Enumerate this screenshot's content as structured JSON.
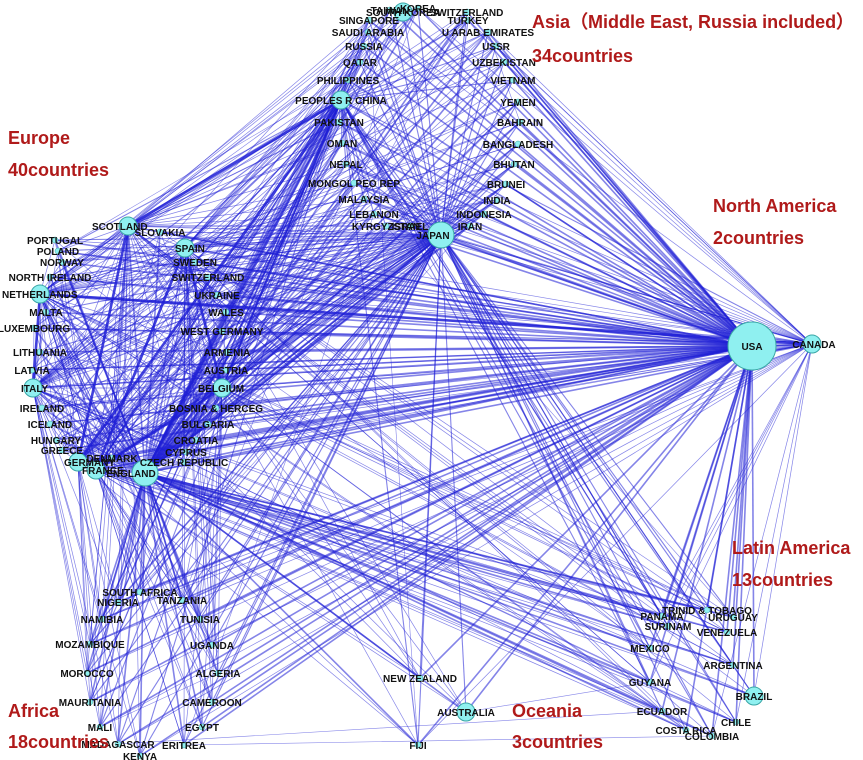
{
  "colors": {
    "edge": "#1f1fd6",
    "node_fill": "#8ff0f0",
    "node_stroke": "#3aa6a6",
    "region_text": "#b01a1a"
  },
  "regions": {
    "asia": {
      "name": "Asia（Middle East, Russia included）",
      "count": "34countries"
    },
    "europe": {
      "name": "Europe",
      "count": "40countries"
    },
    "north_america": {
      "name": "North America",
      "count": "2countries"
    },
    "latin_america": {
      "name": "Latin America",
      "count": "13countries"
    },
    "africa": {
      "name": "Africa",
      "count": "18countries"
    },
    "oceania": {
      "name": "Oceania",
      "count": "3countries"
    }
  },
  "nodes": [
    {
      "id": "usa",
      "label": "USA",
      "size": "large"
    },
    {
      "id": "canada",
      "label": "CANADA",
      "size": "small"
    },
    {
      "id": "japan",
      "label": "JAPAN",
      "size": "medium"
    },
    {
      "id": "england",
      "label": "ENGLAND",
      "size": "medium"
    },
    {
      "id": "china",
      "label": "PEOPLES R CHINA",
      "size": "small"
    },
    {
      "id": "france",
      "label": "FRANCE",
      "size": "small"
    },
    {
      "id": "germany",
      "label": "GERMANY",
      "size": "small"
    },
    {
      "id": "italy",
      "label": "ITALY",
      "size": "small"
    },
    {
      "id": "netherlands",
      "label": "NETHERLANDS",
      "size": "small"
    },
    {
      "id": "spain",
      "label": "SPAIN",
      "size": "small"
    },
    {
      "id": "scotland",
      "label": "SCOTLAND",
      "size": "small"
    },
    {
      "id": "belgium",
      "label": "BELGIUM",
      "size": "small"
    },
    {
      "id": "australia",
      "label": "AUSTRALIA",
      "size": "small"
    },
    {
      "id": "brazil",
      "label": "BRAZIL",
      "size": "small"
    },
    {
      "id": "south_korea",
      "label": "SOUTH KOREA",
      "size": "small"
    },
    {
      "id": "korea",
      "label": "KOREA",
      "size": "tiny"
    },
    {
      "id": "taiwan",
      "label": "TAIWAN",
      "size": "tiny"
    },
    {
      "id": "singapore",
      "label": "SINGAPORE",
      "size": "tiny"
    },
    {
      "id": "switzerland_top",
      "label": "SWITZERLAND",
      "size": "tiny"
    },
    {
      "id": "turkey",
      "label": "TURKEY",
      "size": "tiny"
    },
    {
      "id": "saudi",
      "label": "SAUDI ARABIA",
      "size": "tiny"
    },
    {
      "id": "uae",
      "label": "U ARAB EMIRATES",
      "size": "tiny"
    },
    {
      "id": "russia",
      "label": "RUSSIA",
      "size": "tiny"
    },
    {
      "id": "ussr",
      "label": "USSR",
      "size": "tiny"
    },
    {
      "id": "qatar",
      "label": "QATAR",
      "size": "tiny"
    },
    {
      "id": "uzbekistan",
      "label": "UZBEKISTAN",
      "size": "tiny"
    },
    {
      "id": "philippines",
      "label": "PHILIPPINES",
      "size": "tiny"
    },
    {
      "id": "vietnam",
      "label": "VIETNAM",
      "size": "tiny"
    },
    {
      "id": "yemen",
      "label": "YEMEN",
      "size": "tiny"
    },
    {
      "id": "pakistan",
      "label": "PAKISTAN",
      "size": "tiny"
    },
    {
      "id": "bahrain",
      "label": "BAHRAIN",
      "size": "tiny"
    },
    {
      "id": "oman",
      "label": "OMAN",
      "size": "tiny"
    },
    {
      "id": "bangladesh",
      "label": "BANGLADESH",
      "size": "tiny"
    },
    {
      "id": "nepal",
      "label": "NEPAL",
      "size": "tiny"
    },
    {
      "id": "bhutan",
      "label": "BHUTAN",
      "size": "tiny"
    },
    {
      "id": "mongolia",
      "label": "MONGOL PEO REP",
      "size": "tiny"
    },
    {
      "id": "brunei",
      "label": "BRUNEI",
      "size": "tiny"
    },
    {
      "id": "malaysia",
      "label": "MALAYSIA",
      "size": "tiny"
    },
    {
      "id": "india",
      "label": "INDIA",
      "size": "tiny"
    },
    {
      "id": "lebanon",
      "label": "LEBANON",
      "size": "tiny"
    },
    {
      "id": "indonesia",
      "label": "INDONESIA",
      "size": "tiny"
    },
    {
      "id": "kyrgyzstan",
      "label": "KYRGYZSTAN",
      "size": "tiny"
    },
    {
      "id": "iran",
      "label": "IRAN",
      "size": "tiny"
    },
    {
      "id": "israel",
      "label": "ISRAEL",
      "size": "tiny"
    },
    {
      "id": "portugal",
      "label": "PORTUGAL",
      "size": "tiny"
    },
    {
      "id": "poland",
      "label": "POLAND",
      "size": "tiny"
    },
    {
      "id": "norway",
      "label": "NORWAY",
      "size": "tiny"
    },
    {
      "id": "north_ireland",
      "label": "NORTH IRELAND",
      "size": "tiny"
    },
    {
      "id": "malta",
      "label": "MALTA",
      "size": "tiny"
    },
    {
      "id": "luxembourg",
      "label": "LUXEMBOURG",
      "size": "tiny"
    },
    {
      "id": "lithuania",
      "label": "LITHUANIA",
      "size": "tiny"
    },
    {
      "id": "latvia",
      "label": "LATVIA",
      "size": "tiny"
    },
    {
      "id": "ireland",
      "label": "IRELAND",
      "size": "tiny"
    },
    {
      "id": "iceland",
      "label": "ICELAND",
      "size": "tiny"
    },
    {
      "id": "hungary",
      "label": "HUNGARY",
      "size": "tiny"
    },
    {
      "id": "greece",
      "label": "GREECE",
      "size": "tiny"
    },
    {
      "id": "slovakia",
      "label": "SLOVAKIA",
      "size": "tiny"
    },
    {
      "id": "sweden",
      "label": "SWEDEN",
      "size": "tiny"
    },
    {
      "id": "switzerland",
      "label": "SWITZERLAND",
      "size": "tiny"
    },
    {
      "id": "ukraine",
      "label": "UKRAINE",
      "size": "tiny"
    },
    {
      "id": "wales",
      "label": "WALES",
      "size": "tiny"
    },
    {
      "id": "west_germany",
      "label": "WEST GERMANY",
      "size": "tiny"
    },
    {
      "id": "armenia",
      "label": "ARMENIA",
      "size": "tiny"
    },
    {
      "id": "austria",
      "label": "AUSTRIA",
      "size": "tiny"
    },
    {
      "id": "bosnia",
      "label": "BOSNIA & HERCEG",
      "size": "tiny"
    },
    {
      "id": "bulgaria",
      "label": "BULGARIA",
      "size": "tiny"
    },
    {
      "id": "croatia",
      "label": "CROATIA",
      "size": "tiny"
    },
    {
      "id": "cyprus",
      "label": "CYPRUS",
      "size": "tiny"
    },
    {
      "id": "czech",
      "label": "CZECH REPUBLIC",
      "size": "tiny"
    },
    {
      "id": "denmark",
      "label": "DENMARK",
      "size": "tiny"
    },
    {
      "id": "south_africa",
      "label": "SOUTH AFRICA",
      "size": "tiny"
    },
    {
      "id": "nigeria",
      "label": "NIGERIA",
      "size": "tiny"
    },
    {
      "id": "tanzania",
      "label": "TANZANIA",
      "size": "tiny"
    },
    {
      "id": "namibia",
      "label": "NAMIBIA",
      "size": "tiny"
    },
    {
      "id": "tunisia",
      "label": "TUNISIA",
      "size": "tiny"
    },
    {
      "id": "mozambique",
      "label": "MOZAMBIQUE",
      "size": "tiny"
    },
    {
      "id": "uganda",
      "label": "UGANDA",
      "size": "tiny"
    },
    {
      "id": "morocco",
      "label": "MOROCCO",
      "size": "tiny"
    },
    {
      "id": "algeria",
      "label": "ALGERIA",
      "size": "tiny"
    },
    {
      "id": "mauritania",
      "label": "MAURITANIA",
      "size": "tiny"
    },
    {
      "id": "cameroon",
      "label": "CAMEROON",
      "size": "tiny"
    },
    {
      "id": "mali",
      "label": "MALI",
      "size": "tiny"
    },
    {
      "id": "egypt",
      "label": "EGYPT",
      "size": "tiny"
    },
    {
      "id": "madagascar",
      "label": "MADAGASCAR",
      "size": "tiny"
    },
    {
      "id": "eritrea",
      "label": "ERITREA",
      "size": "tiny"
    },
    {
      "id": "kenya",
      "label": "KENYA",
      "size": "tiny"
    },
    {
      "id": "new_zealand",
      "label": "NEW ZEALAND",
      "size": "tiny"
    },
    {
      "id": "fiji",
      "label": "FIJI",
      "size": "tiny"
    },
    {
      "id": "trinidad",
      "label": "TRINID & TOBAGO",
      "size": "tiny"
    },
    {
      "id": "panama",
      "label": "PANAMA",
      "size": "tiny"
    },
    {
      "id": "uruguay",
      "label": "URUGUAY",
      "size": "tiny"
    },
    {
      "id": "surinam",
      "label": "SURINAM",
      "size": "tiny"
    },
    {
      "id": "venezuela",
      "label": "VENEZUELA",
      "size": "tiny"
    },
    {
      "id": "mexico",
      "label": "MEXICO",
      "size": "tiny"
    },
    {
      "id": "argentina",
      "label": "ARGENTINA",
      "size": "tiny"
    },
    {
      "id": "guyana",
      "label": "GUYANA",
      "size": "tiny"
    },
    {
      "id": "ecuador",
      "label": "ECUADOR",
      "size": "tiny"
    },
    {
      "id": "chile",
      "label": "CHILE",
      "size": "tiny"
    },
    {
      "id": "costa_rica",
      "label": "COSTA RICA",
      "size": "tiny"
    },
    {
      "id": "colombia",
      "label": "COLOMBIA",
      "size": "tiny"
    }
  ]
}
